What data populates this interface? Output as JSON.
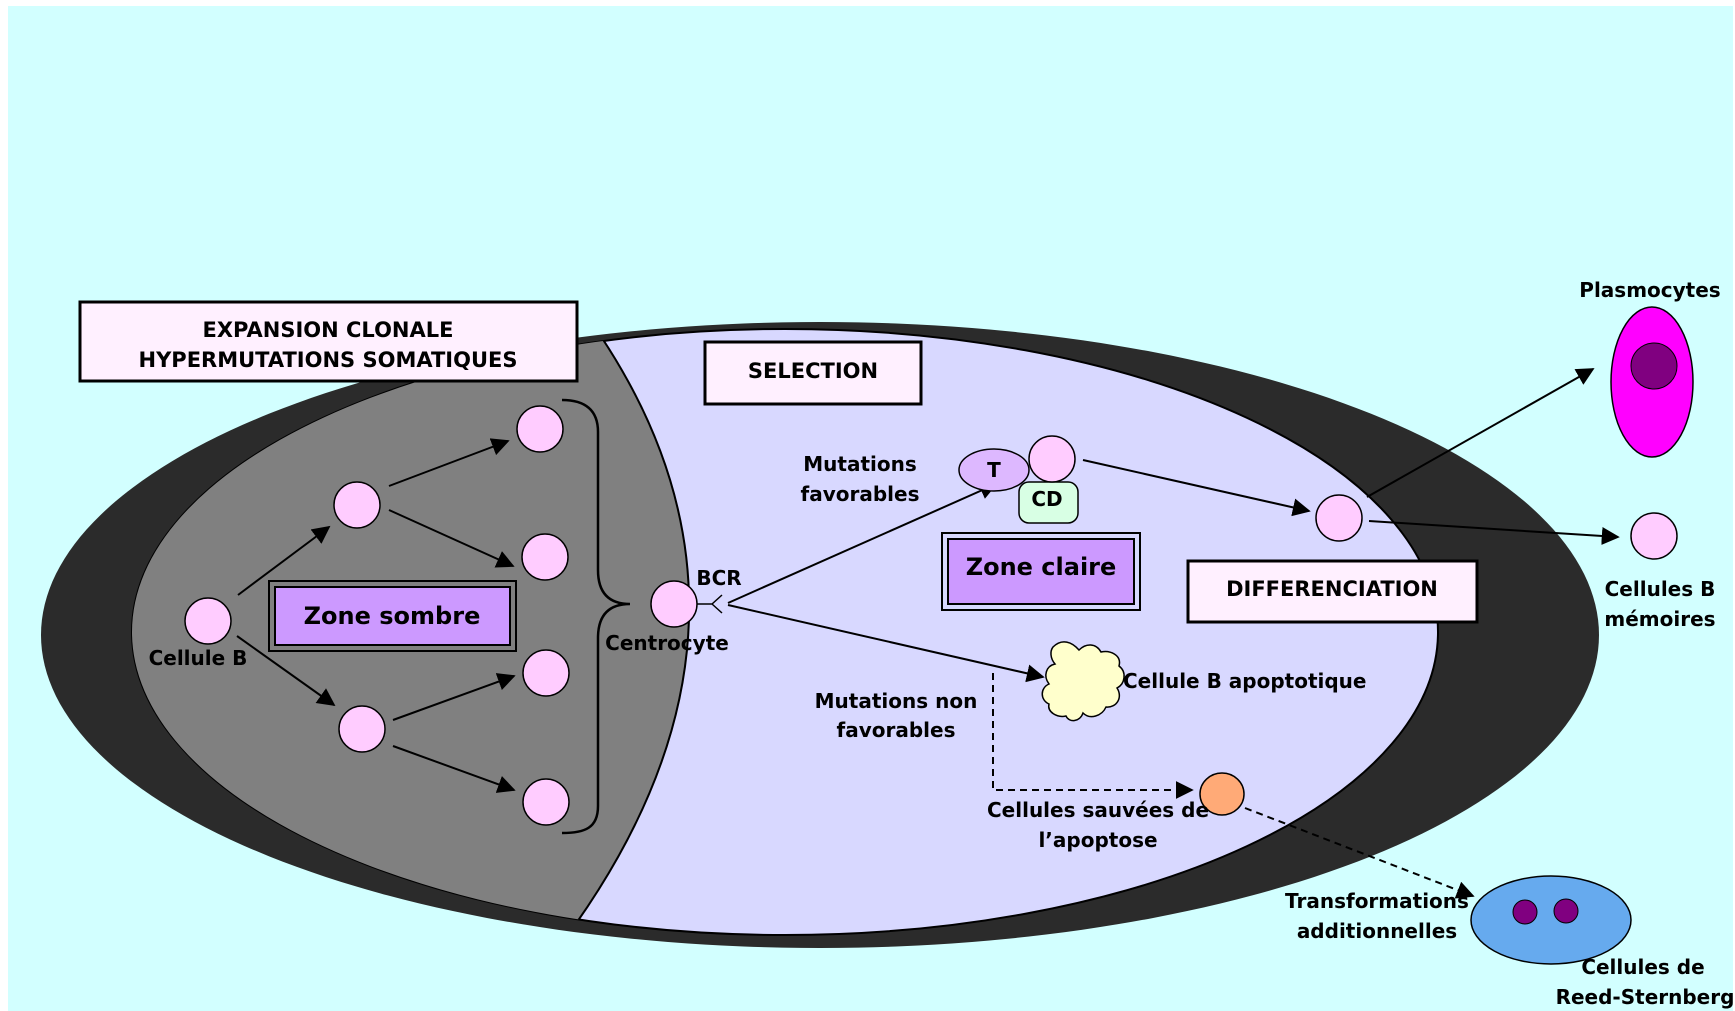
{
  "diagram": {
    "boxes": {
      "expansion_line1": "EXPANSION CLONALE",
      "expansion_line2": "HYPERMUTATIONS SOMATIQUES",
      "selection": "SELECTION",
      "differenciation": "DIFFERENCIATION"
    },
    "zones": {
      "sombre": "Zone sombre",
      "claire": "Zone claire"
    },
    "labels": {
      "cellule_b": "Cellule B",
      "centrocyte": "Centrocyte",
      "bcr": "BCR",
      "mutations_fav_1": "Mutations",
      "mutations_fav_2": "favorables",
      "mutations_nonfav_1": "Mutations non",
      "mutations_nonfav_2": "favorables",
      "t_cell": "T",
      "cd_cell": "CD",
      "apoptotique": "Cellule B apoptotique",
      "sauvees_1": "Cellules sauvées de",
      "sauvees_2": "l’apoptose",
      "transfo_1": "Transformations",
      "transfo_2": "additionnelles",
      "plasmocytes": "Plasmocytes",
      "memoire_1": "Cellules B",
      "memoire_2": "mémoires",
      "reed_1": "Cellules de",
      "reed_2": "Reed-Sternberg"
    },
    "colors": {
      "background": "#d2ffff",
      "dark_zone": "#808080",
      "light_zone": "#d8d8ff",
      "rim": "#2b2b2b",
      "b_cell": "#ffccff",
      "box_fill": "#fff0ff",
      "zone_fill": "#cc99ff",
      "t_cell": "#ddb8ff",
      "cd_cell": "#d8ffe4",
      "apoptotic": "#ffffcc",
      "rescued": "#ffaa77",
      "plasmocyte": "#ff00ff",
      "nucleus": "#800080",
      "reed_cell": "#66aaee"
    }
  }
}
